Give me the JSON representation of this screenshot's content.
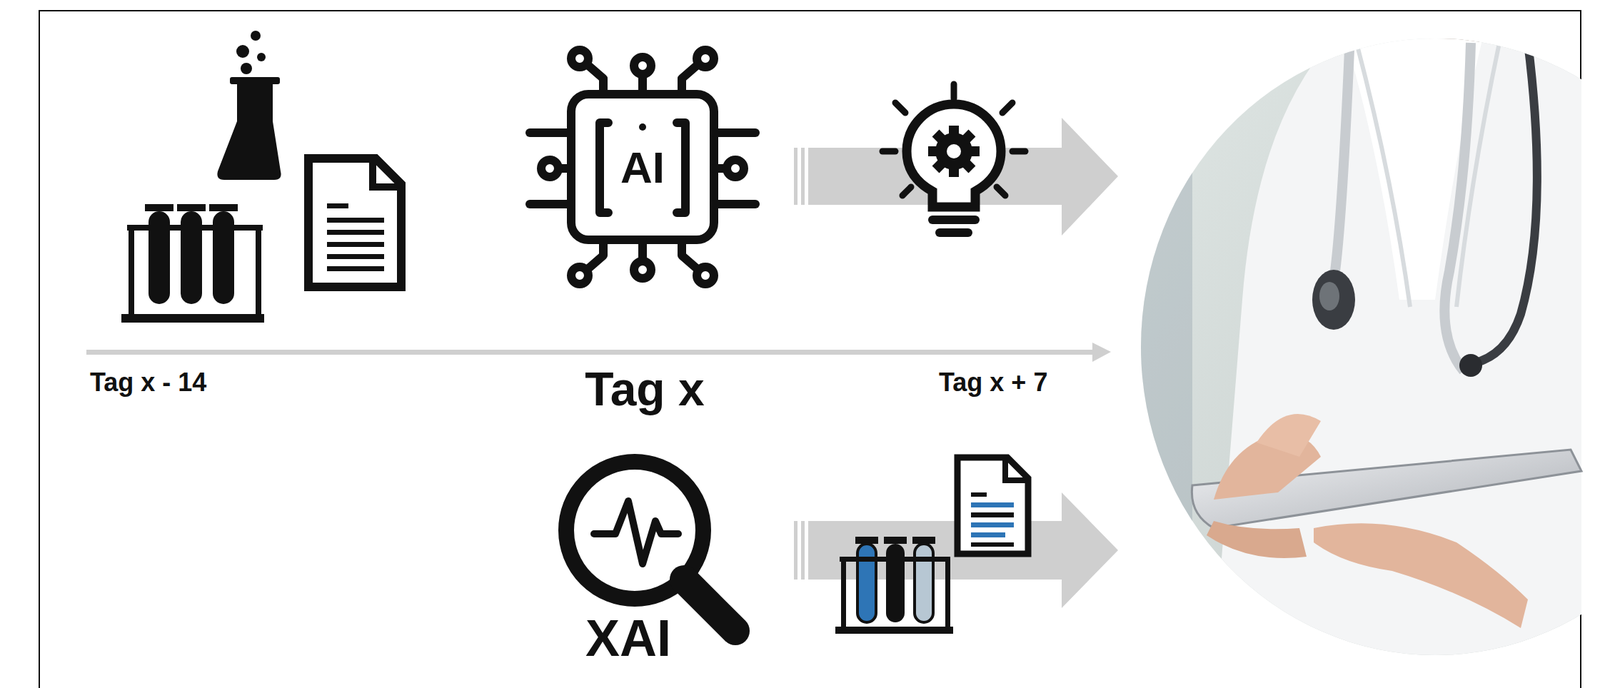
{
  "diagram": {
    "labels": [
      "AI",
      "Tag x - 14",
      "Tag x",
      "Tag x + 7",
      "XAI"
    ]
  }
}
